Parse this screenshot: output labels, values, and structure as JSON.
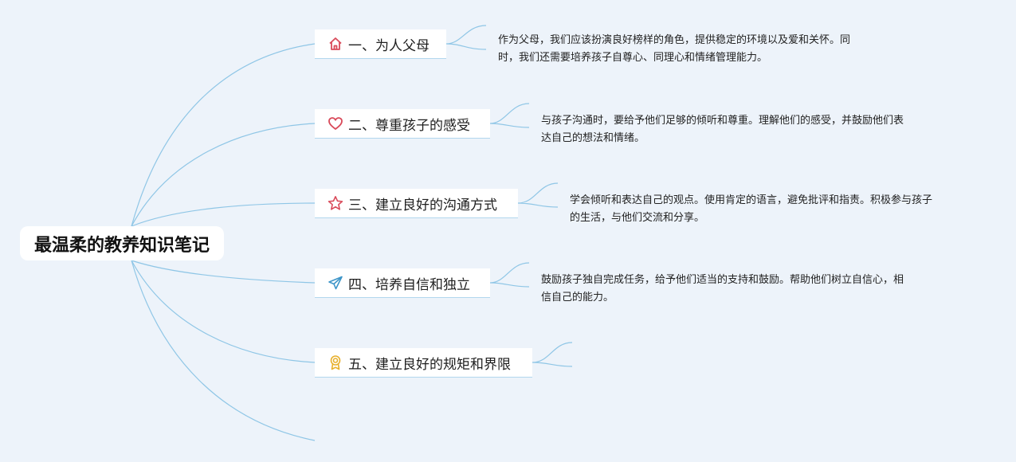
{
  "root": {
    "title": "最温柔的教养知识笔记"
  },
  "branches": [
    {
      "title": "一、为人父母",
      "icon": "home-icon",
      "icon_color": "#d94a5a",
      "note_line1": "作为父母，我们应该扮演良好榜样的角色，提供稳定的环境以及爱和关怀。同",
      "note_line2": "时，我们还需要培养孩子自尊心、同理心和情绪管理能力。"
    },
    {
      "title": "二、尊重孩子的感受",
      "icon": "heart-icon",
      "icon_color": "#d94a5a",
      "note_line1": "与孩子沟通时，要给予他们足够的倾听和尊重。理解他们的感受，并鼓励他们表",
      "note_line2": "达自己的想法和情绪。"
    },
    {
      "title": "三、建立良好的沟通方式",
      "icon": "star-icon",
      "icon_color": "#d94a5a",
      "note_line1": "学会倾听和表达自己的观点。使用肯定的语言，避免批评和指责。积极参与孩子",
      "note_line2": "的生活，与他们交流和分享。"
    },
    {
      "title": "四、培养自信和独立",
      "icon": "paper-plane-icon",
      "icon_color": "#3d95c8",
      "note_line1": "鼓励孩子独自完成任务，给予他们适当的支持和鼓励。帮助他们树立自信心，相",
      "note_line2": "信自己的能力。"
    },
    {
      "title": "五、建立良好的规矩和界限",
      "icon": "award-ribbon-icon",
      "icon_color": "#e8b02c"
    }
  ],
  "colors": {
    "background": "#edf3fa",
    "connector": "#8fc6e6"
  }
}
